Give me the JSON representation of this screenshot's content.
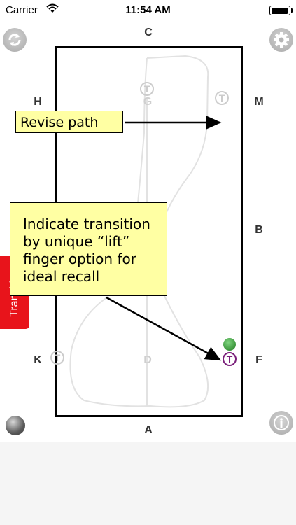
{
  "status_bar": {
    "carrier": "Carrier",
    "time": "11:54 AM",
    "battery_level": 0.95
  },
  "arena": {
    "letters": {
      "c": "C",
      "a": "A",
      "h": "H",
      "m": "M",
      "b": "B",
      "k": "K",
      "f": "F",
      "g": "G",
      "d": "D"
    },
    "marker_glyph": "T"
  },
  "annotations": {
    "revise_path": "Revise path",
    "indicate_transition": [
      "Indicate transition",
      "by unique “lift”",
      "finger option for",
      "ideal recall"
    ]
  },
  "side_tab": {
    "label": "Transition"
  },
  "icons": {
    "top_left": "refresh-icon",
    "top_right": "gear-icon",
    "bottom_left": "ball-icon",
    "bottom_right": "info-icon"
  },
  "colors": {
    "side_tab": "#e8141b",
    "note_background": "#ffffa3",
    "active_marker": "#7a1f7a",
    "green_marker": "#1e7a1e"
  }
}
